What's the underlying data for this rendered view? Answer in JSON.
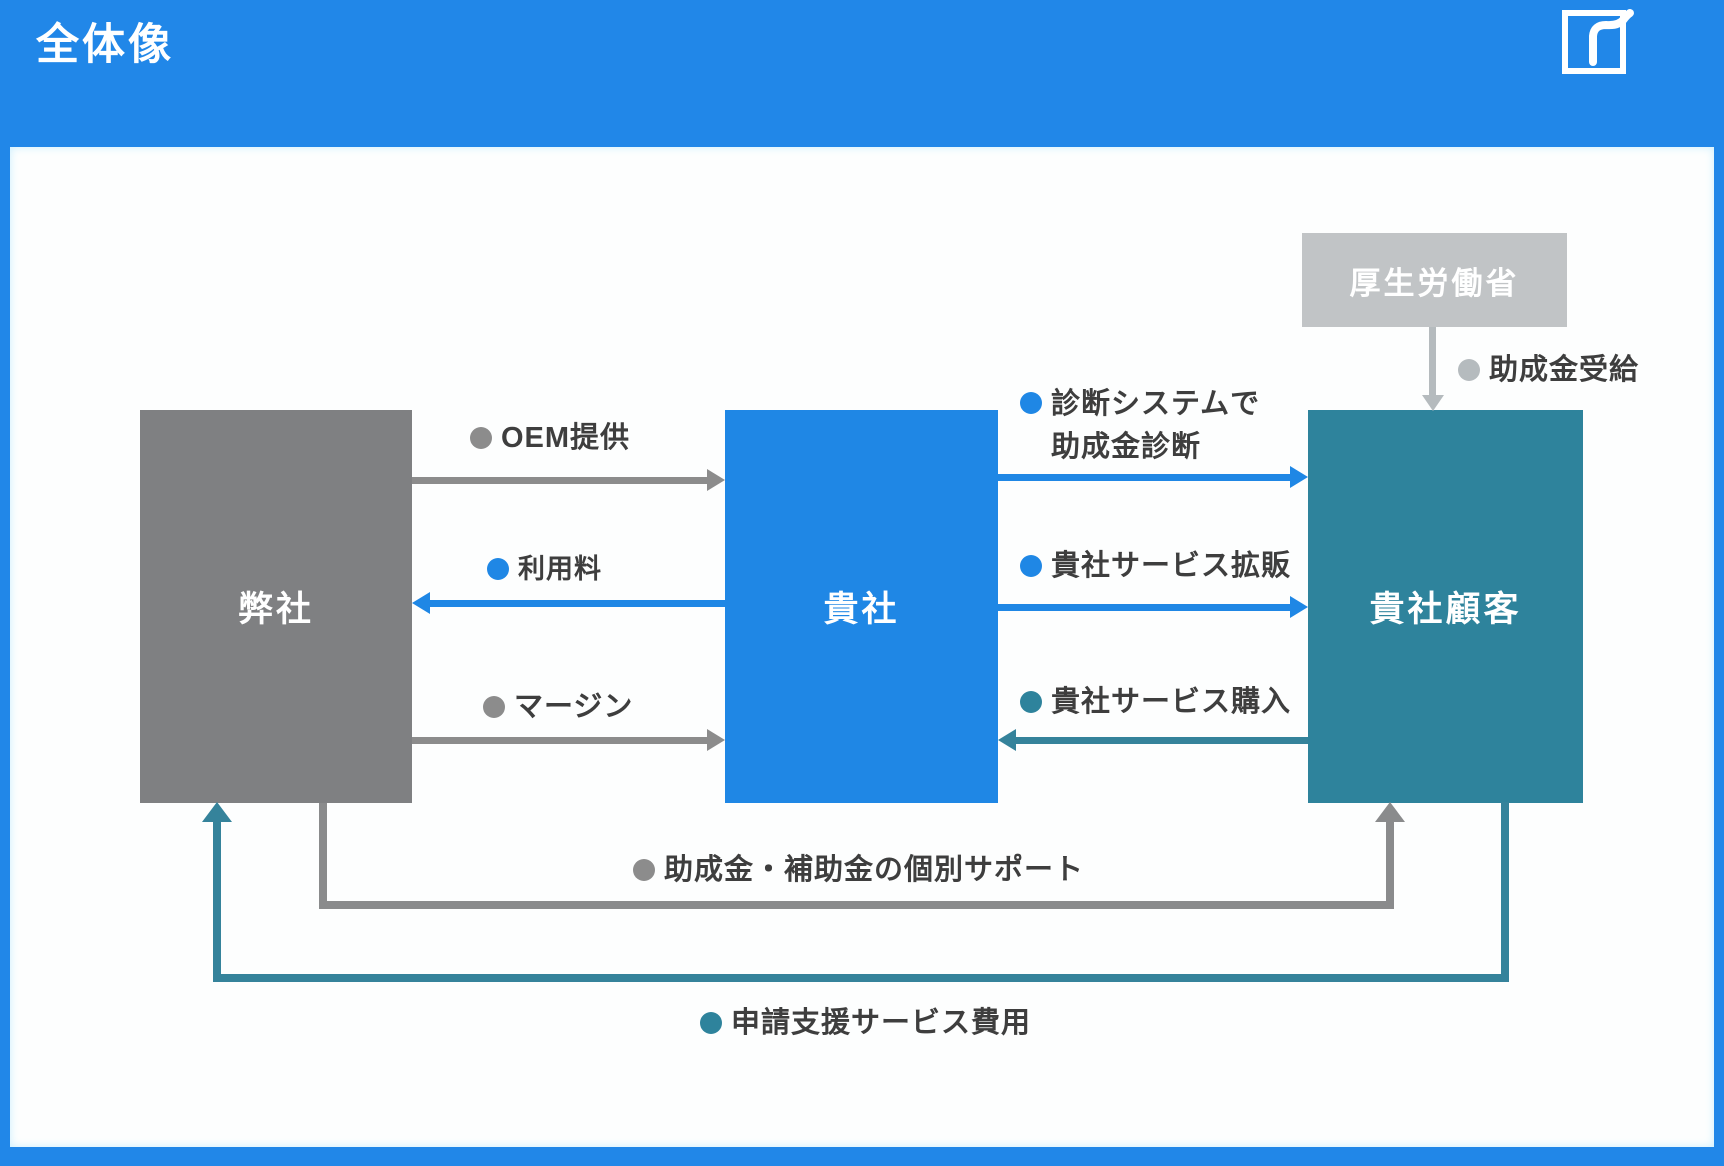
{
  "header": {
    "title": "全体像",
    "logo_icon": "r-square-logo"
  },
  "colors": {
    "brand_blue": "#1F87E5",
    "header_blue": "#2187E8",
    "gray": "#7F8082",
    "teal": "#2E839C",
    "light_gray": "#C1C4C6",
    "label_text": "#3E3E3E"
  },
  "nodes": {
    "ministry": "厚生労働省",
    "our_company": "弊社",
    "your_company": "貴社",
    "your_customers": "貴社顧客"
  },
  "flows": {
    "oem": "OEM提供",
    "usage_fee": "利用料",
    "margin": "マージン",
    "diagnosis_line1": "診断システムで",
    "diagnosis_line2": "助成金診断",
    "service_expansion": "貴社サービス拡販",
    "service_purchase": "貴社サービス購入",
    "subsidy_receipt": "助成金受給",
    "individual_support": "助成金・補助金の個別サポート",
    "application_fee": "申請支援サービス費用"
  }
}
